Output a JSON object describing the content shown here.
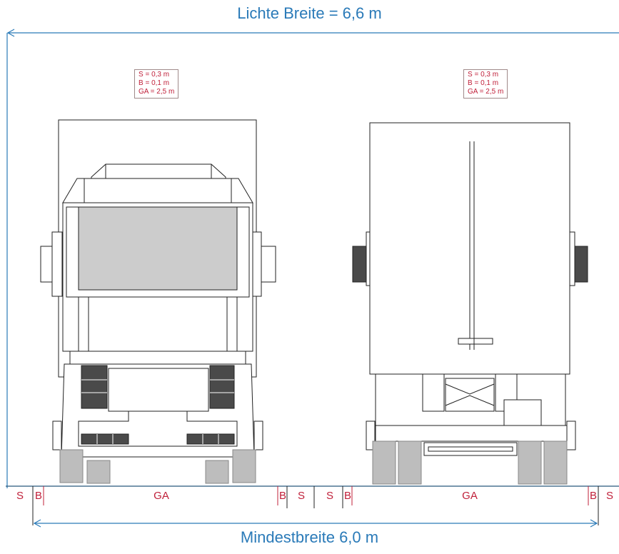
{
  "titles": {
    "top": "Lichte Breite = 6,6 m",
    "bottom": "Mindestbreite 6,0 m"
  },
  "spec_boxes": [
    {
      "s": "S = 0,3 m",
      "b": "B = 0,1 m",
      "ga": "GA = 2,5 m"
    },
    {
      "s": "S = 0,3 m",
      "b": "B = 0,1 m",
      "ga": "GA = 2,5 m"
    }
  ],
  "segments": [
    "S",
    "B",
    "GA",
    "B",
    "S",
    "S",
    "B",
    "GA",
    "B",
    "S"
  ],
  "colors": {
    "dimension_blue": "#2a7ab8",
    "label_red": "#c0203a",
    "windshield_gray": "#cccccc",
    "light_dark": "#4a4a4a",
    "tire_gray": "#bdbdbd"
  }
}
